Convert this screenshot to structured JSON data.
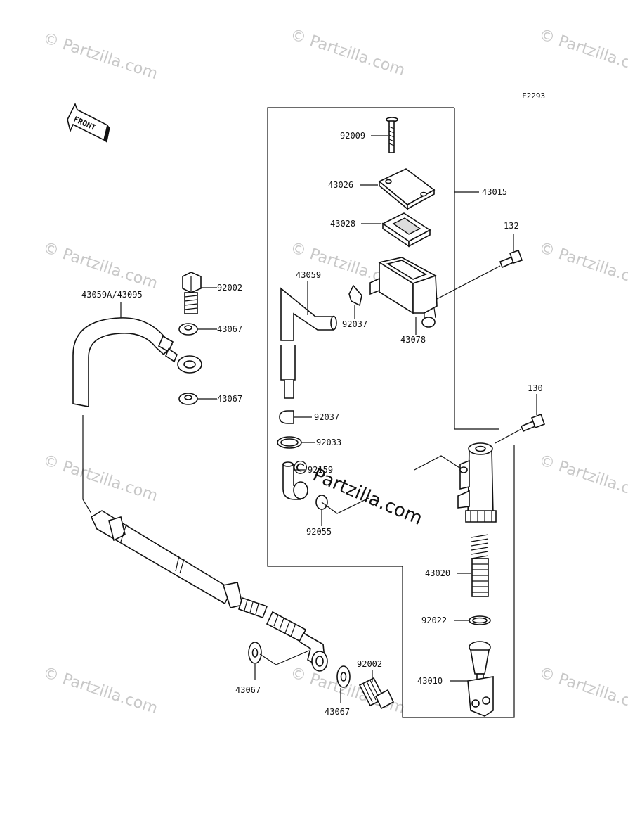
{
  "figure_code": "F2293",
  "front_label": "FRONT",
  "watermark": "© Partzilla.com",
  "center_watermark": "© Partzilla.com",
  "labels": {
    "p92009": "92009",
    "p43026": "43026",
    "p43015": "43015",
    "p43028": "43028",
    "p132": "132",
    "p43059": "43059",
    "p92037a": "92037",
    "p43078": "43078",
    "p92002a": "92002",
    "p43059A": "43059A/43095",
    "p43067a": "43067",
    "p43067b": "43067",
    "p92037b": "92037",
    "p92033": "92033",
    "p92159": "92159",
    "p92055": "92055",
    "p130": "130",
    "p43020": "43020",
    "p92022": "92022",
    "p43010": "43010",
    "p92002b": "92002",
    "p43067c": "43067",
    "p43067d": "43067"
  }
}
